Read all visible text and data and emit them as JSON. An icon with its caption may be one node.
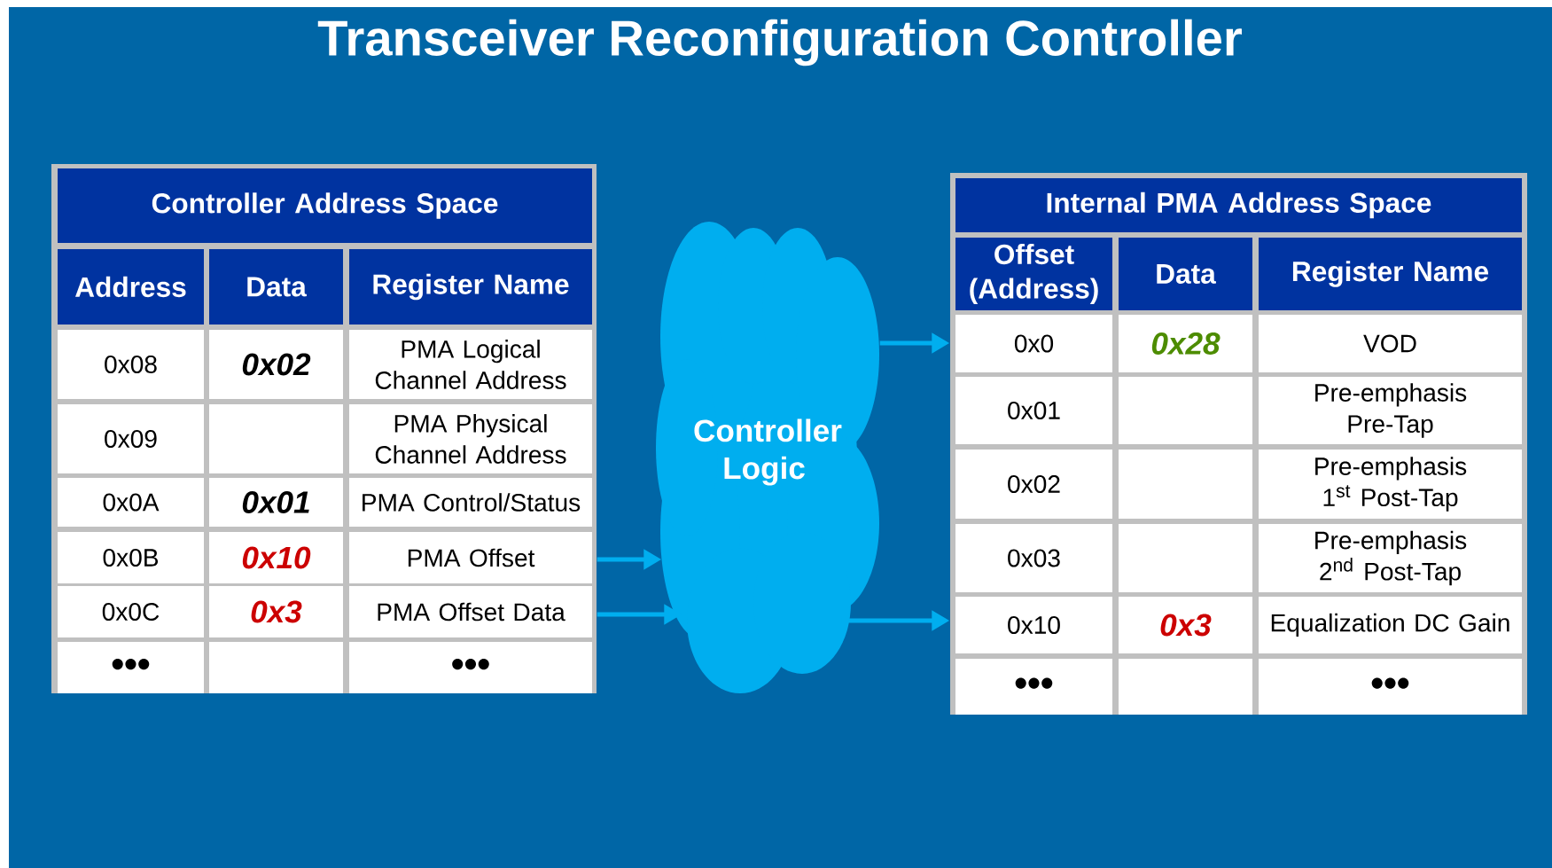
{
  "diagram": {
    "title": "Transceiver Reconfiguration Controller",
    "nodes": [
      {
        "text": [
          "Controller Address Space"
        ]
      },
      {
        "text": [
          "Controller Logic"
        ]
      },
      {
        "text": [
          "Internal PMA Address Space"
        ]
      }
    ],
    "edges": [
      {
        "from": 0,
        "to": 1,
        "arrow": "to"
      },
      {
        "from": 0,
        "to": 1,
        "arrow": "to"
      },
      {
        "from": 1,
        "to": 2,
        "arrow": "to"
      },
      {
        "from": 1,
        "to": 2,
        "arrow": "to"
      }
    ],
    "labels": [
      "Address",
      "Data",
      "Register Name",
      "0x08",
      "0x02",
      "PMA Logical Channel Address",
      "0x09",
      "PMA Physical Channel Address",
      "0x0A",
      "0x01",
      "PMA Control/Status",
      "0x0B",
      "0x10",
      "PMA Offset",
      "0x0C",
      "0x3",
      "PMA Offset Data",
      "•••",
      "•••",
      "Offset (Address)",
      "Data",
      "Register Name",
      "0x0",
      "0x28",
      "VOD",
      "0x01",
      "Pre-emphasis Pre-Tap",
      "0x02",
      "Pre-emphasis 1$^{st}$ Post-Tap",
      "0x03",
      "Pre-emphasis 2$^{nd}$ Post-Tap",
      "0x10",
      "0x3",
      "Equalization DC Gain",
      "•••",
      "•••"
    ]
  }
}
